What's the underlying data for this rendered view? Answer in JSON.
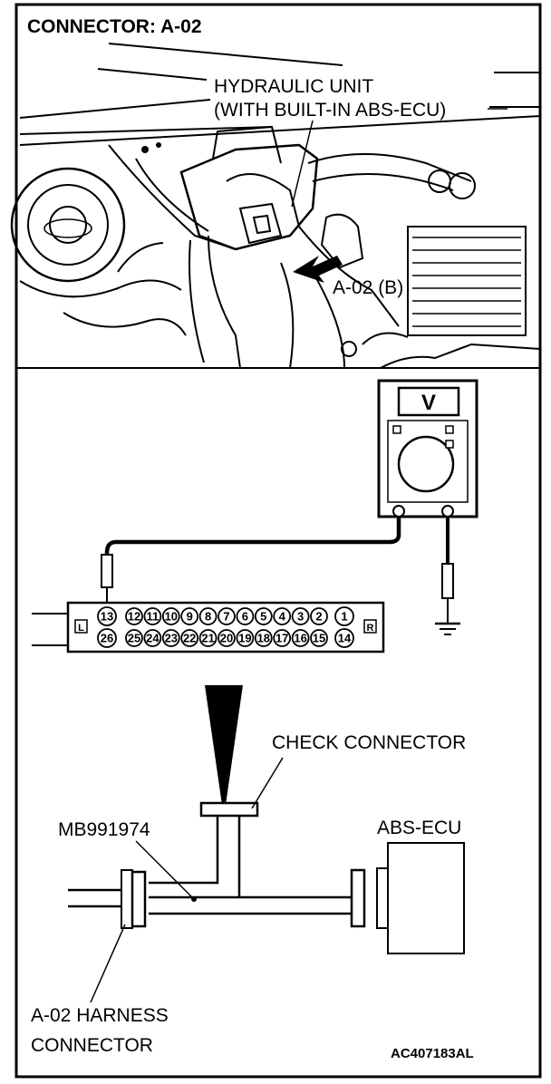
{
  "title": "CONNECTOR: A-02",
  "engine_view": {
    "hydraulic_unit_line1": "HYDRAULIC UNIT",
    "hydraulic_unit_line2": "(WITH BUILT-IN ABS-ECU)",
    "connector_label": "A-02 (B)"
  },
  "voltmeter": {
    "symbol": "V"
  },
  "connector_face": {
    "side_left": "L",
    "side_right": "R",
    "top_row": [
      "13",
      "12",
      "11",
      "10",
      "9",
      "8",
      "7",
      "6",
      "5",
      "4",
      "3",
      "2",
      "1"
    ],
    "bottom_row": [
      "26",
      "25",
      "24",
      "23",
      "22",
      "21",
      "20",
      "19",
      "18",
      "17",
      "16",
      "15",
      "14"
    ]
  },
  "harness_diagram": {
    "check_connector": "CHECK CONNECTOR",
    "adapter_part": "MB991974",
    "ecu": "ABS-ECU",
    "harness_connector_line1": "A-02 HARNESS",
    "harness_connector_line2": "CONNECTOR"
  },
  "figure_code": "AC407183AL"
}
